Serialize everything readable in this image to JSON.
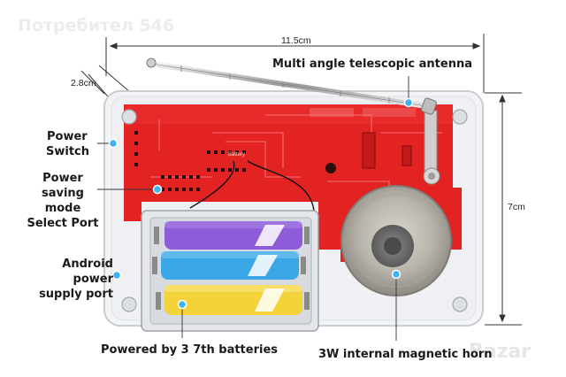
{
  "watermark_seller": "Потребител 546",
  "watermark_brand": "Bazar",
  "dimensions": {
    "width": "11.5cm",
    "depth": "2.8cm",
    "height": "7cm"
  },
  "callouts": {
    "antenna": "Multi angle telescopic antenna",
    "power_switch_line1": "Power",
    "power_switch_line2": "Switch",
    "power_saving_line1": "Power saving",
    "power_saving_line2": "mode",
    "power_saving_line3": "Select Port",
    "android_line1": "Android power",
    "android_line2": "supply port",
    "batteries": "Powered by 3 7th batteries",
    "horn": "3W internal magnetic horn"
  },
  "battery_labels": {
    "top": "Battery"
  },
  "colors": {
    "pcb": "#e32222",
    "battery_purple": "#8e5cd9",
    "battery_blue": "#3aa6e6",
    "battery_yellow": "#f4d33a",
    "callout_dot": "#3fb2f0"
  }
}
